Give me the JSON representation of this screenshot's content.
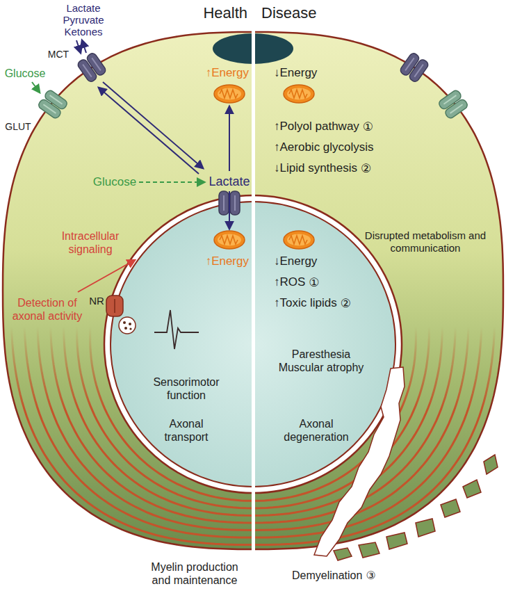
{
  "diagram": {
    "nodes": [
      {
        "text": [
          "↑Energy",
          "Glucose",
          "Lactate",
          "Intracellular signaling",
          "Detection of axonal activity",
          "↓Energy",
          "↑Polyol pathway",
          "①",
          "↑Aerobic glycolysis",
          "↓Lipid synthesis",
          "②",
          "Disrupted metabolism and communication"
        ]
      },
      {
        "text": [
          "↑Energy",
          "Sensorimotor function",
          "Axonal transport",
          "↓Energy",
          "↑ROS",
          "①",
          "↑Toxic lipids",
          "②",
          "Paresthesia Muscular atrophy",
          "Axonal degeneration"
        ],
        "in": 0
      }
    ],
    "labels": [
      "Health",
      "Disease",
      "Lactate Pyruvate Ketones",
      "MCT",
      "Glucose",
      "GLUT",
      "NR",
      "Myelin production and maintenance",
      "Demyelination",
      "③"
    ]
  }
}
